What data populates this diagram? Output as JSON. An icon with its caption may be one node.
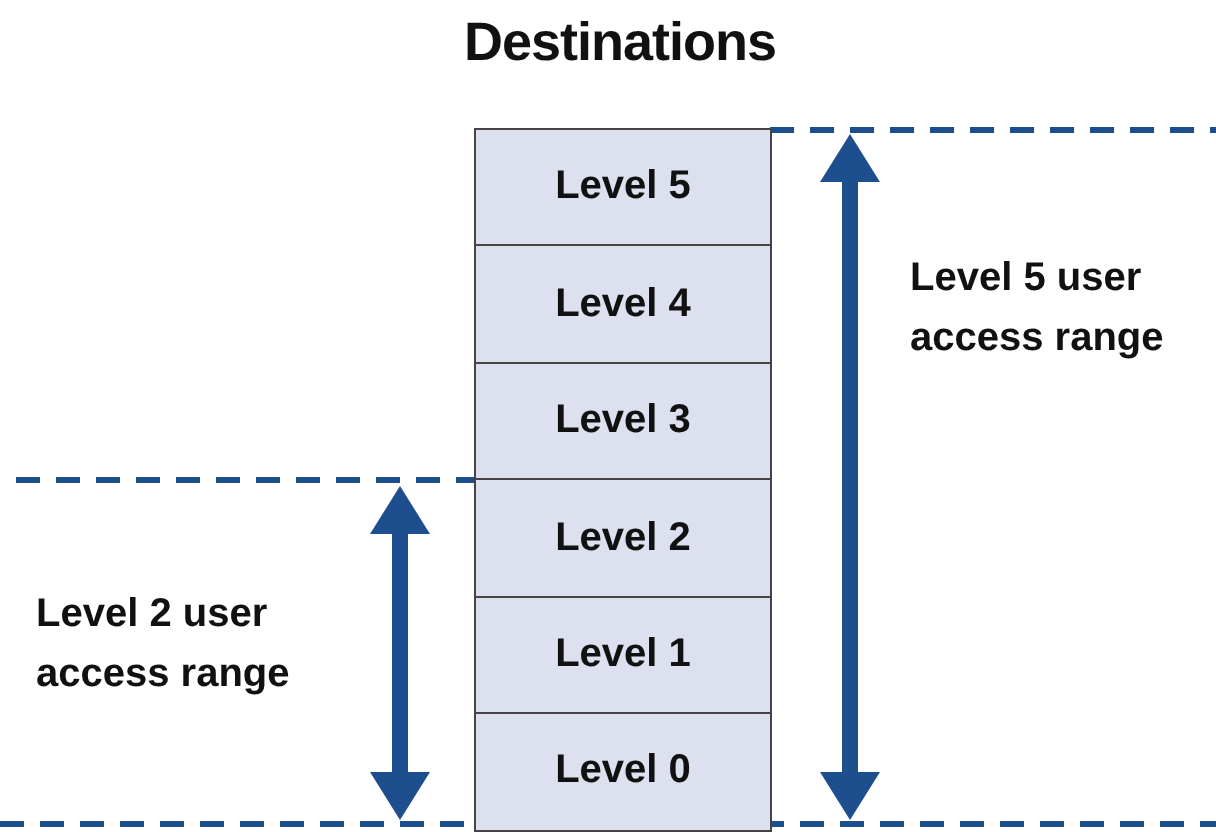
{
  "diagram": {
    "title": "Destinations",
    "nodes": [
      {
        "text": [
          "Level 5"
        ]
      },
      {
        "text": [
          "Level 4"
        ]
      },
      {
        "text": [
          "Level 3"
        ]
      },
      {
        "text": [
          "Level 2"
        ]
      },
      {
        "text": [
          "Level 1"
        ]
      },
      {
        "text": [
          "Level 0"
        ]
      }
    ],
    "labels": [
      "Level 5 user access range",
      "Level 2 user access range"
    ]
  }
}
